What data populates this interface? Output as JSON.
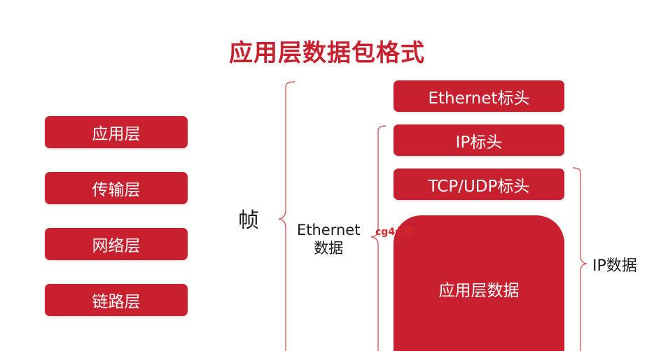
{
  "title": "应用层数据包格式",
  "layers": [
    "应用层",
    "传输层",
    "网络层",
    "链路层"
  ],
  "frame_label": "帧",
  "packet": {
    "ethernet_header": "Ethernet标头",
    "ip_header": "IP标头",
    "tcp_udp_header": "TCP/UDP标头",
    "app_data": "应用层数据"
  },
  "ethernet_data_label": {
    "line1": "Ethernet",
    "line2": "数据"
  },
  "ip_data_label": "IP数据",
  "watermark": "cg4七星",
  "colors": {
    "accent": "#c8202f",
    "bracket": "#d25b63",
    "text": "#1a1a1a",
    "background": "#ffffff"
  }
}
